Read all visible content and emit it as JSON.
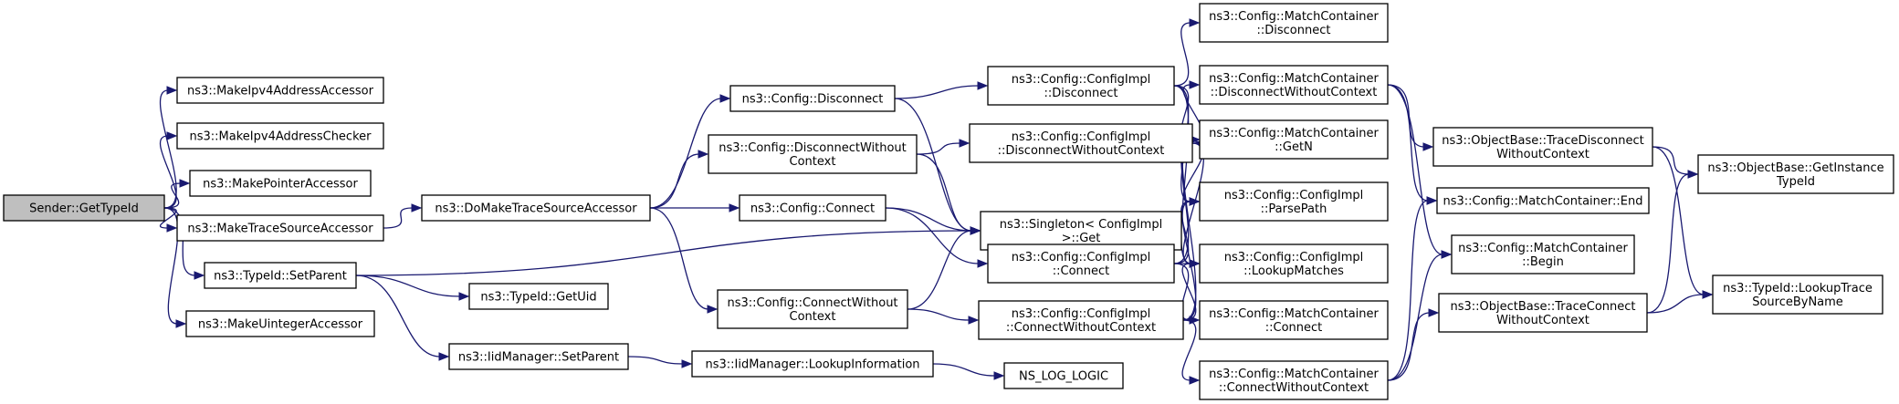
{
  "nodes": [
    {
      "id": "sender_gettypeid",
      "lines": [
        "Sender::GetTypeId"
      ],
      "root": true
    },
    {
      "id": "make_ipv4_address_accessor",
      "lines": [
        "ns3::MakeIpv4AddressAccessor"
      ]
    },
    {
      "id": "make_ipv4_address_checker",
      "lines": [
        "ns3::MakeIpv4AddressChecker"
      ]
    },
    {
      "id": "make_pointer_accessor",
      "lines": [
        "ns3::MakePointerAccessor"
      ]
    },
    {
      "id": "make_trace_source_accessor",
      "lines": [
        "ns3::MakeTraceSourceAccessor"
      ]
    },
    {
      "id": "typeid_setparent",
      "lines": [
        "ns3::TypeId::SetParent"
      ]
    },
    {
      "id": "make_uinteger_accessor",
      "lines": [
        "ns3::MakeUintegerAccessor"
      ]
    },
    {
      "id": "do_make_trace_source_accessor",
      "lines": [
        "ns3::DoMakeTraceSourceAccessor"
      ]
    },
    {
      "id": "typeid_getuid",
      "lines": [
        "ns3::TypeId::GetUid"
      ]
    },
    {
      "id": "iidmanager_setparent",
      "lines": [
        "ns3::IidManager::SetParent"
      ]
    },
    {
      "id": "config_disconnect",
      "lines": [
        "ns3::Config::Disconnect"
      ]
    },
    {
      "id": "config_disconnect_without_context",
      "lines": [
        "ns3::Config::DisconnectWithout",
        "Context"
      ]
    },
    {
      "id": "config_connect",
      "lines": [
        "ns3::Config::Connect"
      ]
    },
    {
      "id": "config_connect_without_context",
      "lines": [
        "ns3::Config::ConnectWithout",
        "Context"
      ]
    },
    {
      "id": "iidmanager_lookupinformation",
      "lines": [
        "ns3::IidManager::LookupInformation"
      ]
    },
    {
      "id": "configimpl_disconnect",
      "lines": [
        "ns3::Config::ConfigImpl",
        "::Disconnect"
      ]
    },
    {
      "id": "configimpl_disconnect_without_context",
      "lines": [
        "ns3::Config::ConfigImpl",
        "::DisconnectWithoutContext"
      ]
    },
    {
      "id": "singleton_get",
      "lines": [
        "ns3::Singleton< ConfigImpl",
        ">::Get"
      ]
    },
    {
      "id": "configimpl_connect",
      "lines": [
        "ns3::Config::ConfigImpl",
        "::Connect"
      ]
    },
    {
      "id": "configimpl_connect_without_context",
      "lines": [
        "ns3::Config::ConfigImpl",
        "::ConnectWithoutContext"
      ]
    },
    {
      "id": "ns_log_logic",
      "lines": [
        "NS_LOG_LOGIC"
      ]
    },
    {
      "id": "matchcontainer_disconnect",
      "lines": [
        "ns3::Config::MatchContainer",
        "::Disconnect"
      ]
    },
    {
      "id": "matchcontainer_disconnect_without_context",
      "lines": [
        "ns3::Config::MatchContainer",
        "::DisconnectWithoutContext"
      ]
    },
    {
      "id": "matchcontainer_getn",
      "lines": [
        "ns3::Config::MatchContainer",
        "::GetN"
      ]
    },
    {
      "id": "configimpl_parsepath",
      "lines": [
        "ns3::Config::ConfigImpl",
        "::ParsePath"
      ]
    },
    {
      "id": "configimpl_lookupmatches",
      "lines": [
        "ns3::Config::ConfigImpl",
        "::LookupMatches"
      ]
    },
    {
      "id": "matchcontainer_connect",
      "lines": [
        "ns3::Config::MatchContainer",
        "::Connect"
      ]
    },
    {
      "id": "matchcontainer_connect_without_context",
      "lines": [
        "ns3::Config::MatchContainer",
        "::ConnectWithoutContext"
      ]
    },
    {
      "id": "objectbase_trace_disconnect_without_context",
      "lines": [
        "ns3::ObjectBase::TraceDisconnect",
        "WithoutContext"
      ]
    },
    {
      "id": "matchcontainer_end",
      "lines": [
        "ns3::Config::MatchContainer::End"
      ]
    },
    {
      "id": "matchcontainer_begin",
      "lines": [
        "ns3::Config::MatchContainer",
        "::Begin"
      ]
    },
    {
      "id": "objectbase_trace_connect_without_context",
      "lines": [
        "ns3::ObjectBase::TraceConnect",
        "WithoutContext"
      ]
    },
    {
      "id": "objectbase_getinstancetypeid",
      "lines": [
        "ns3::ObjectBase::GetInstance",
        "TypeId"
      ]
    },
    {
      "id": "typeid_lookuptracesourcebyname",
      "lines": [
        "ns3::TypeId::LookupTrace",
        "SourceByName"
      ]
    }
  ],
  "edges": [
    [
      "sender_gettypeid",
      "make_ipv4_address_accessor"
    ],
    [
      "sender_gettypeid",
      "make_ipv4_address_checker"
    ],
    [
      "sender_gettypeid",
      "make_pointer_accessor"
    ],
    [
      "sender_gettypeid",
      "make_trace_source_accessor"
    ],
    [
      "sender_gettypeid",
      "typeid_setparent"
    ],
    [
      "sender_gettypeid",
      "make_uinteger_accessor"
    ],
    [
      "make_trace_source_accessor",
      "do_make_trace_source_accessor"
    ],
    [
      "typeid_setparent",
      "typeid_getuid"
    ],
    [
      "typeid_setparent",
      "iidmanager_setparent"
    ],
    [
      "typeid_setparent",
      "singleton_get"
    ],
    [
      "do_make_trace_source_accessor",
      "config_disconnect"
    ],
    [
      "do_make_trace_source_accessor",
      "config_disconnect_without_context"
    ],
    [
      "do_make_trace_source_accessor",
      "config_connect"
    ],
    [
      "do_make_trace_source_accessor",
      "config_connect_without_context"
    ],
    [
      "iidmanager_setparent",
      "iidmanager_lookupinformation"
    ],
    [
      "iidmanager_lookupinformation",
      "ns_log_logic"
    ],
    [
      "config_disconnect",
      "configimpl_disconnect"
    ],
    [
      "config_disconnect",
      "singleton_get"
    ],
    [
      "config_disconnect_without_context",
      "configimpl_disconnect_without_context"
    ],
    [
      "config_disconnect_without_context",
      "singleton_get"
    ],
    [
      "config_connect",
      "singleton_get"
    ],
    [
      "config_connect",
      "configimpl_connect"
    ],
    [
      "config_connect_without_context",
      "singleton_get"
    ],
    [
      "config_connect_without_context",
      "configimpl_connect_without_context"
    ],
    [
      "configimpl_disconnect",
      "matchcontainer_disconnect"
    ],
    [
      "configimpl_disconnect",
      "matchcontainer_getn"
    ],
    [
      "configimpl_disconnect",
      "configimpl_parsepath"
    ],
    [
      "configimpl_disconnect",
      "configimpl_lookupmatches"
    ],
    [
      "configimpl_disconnect_without_context",
      "matchcontainer_disconnect_without_context"
    ],
    [
      "configimpl_disconnect_without_context",
      "matchcontainer_getn"
    ],
    [
      "configimpl_disconnect_without_context",
      "configimpl_parsepath"
    ],
    [
      "configimpl_disconnect_without_context",
      "configimpl_lookupmatches"
    ],
    [
      "configimpl_connect",
      "matchcontainer_getn"
    ],
    [
      "configimpl_connect",
      "configimpl_parsepath"
    ],
    [
      "configimpl_connect",
      "configimpl_lookupmatches"
    ],
    [
      "configimpl_connect",
      "matchcontainer_connect"
    ],
    [
      "configimpl_connect_without_context",
      "matchcontainer_getn"
    ],
    [
      "configimpl_connect_without_context",
      "configimpl_parsepath"
    ],
    [
      "configimpl_connect_without_context",
      "configimpl_lookupmatches"
    ],
    [
      "configimpl_connect_without_context",
      "matchcontainer_connect_without_context"
    ],
    [
      "matchcontainer_disconnect_without_context",
      "objectbase_trace_disconnect_without_context"
    ],
    [
      "matchcontainer_disconnect_without_context",
      "matchcontainer_end"
    ],
    [
      "matchcontainer_disconnect_without_context",
      "matchcontainer_begin"
    ],
    [
      "matchcontainer_connect_without_context",
      "matchcontainer_end"
    ],
    [
      "matchcontainer_connect_without_context",
      "matchcontainer_begin"
    ],
    [
      "matchcontainer_connect_without_context",
      "objectbase_trace_connect_without_context"
    ],
    [
      "objectbase_trace_disconnect_without_context",
      "objectbase_getinstancetypeid"
    ],
    [
      "objectbase_trace_disconnect_without_context",
      "typeid_lookuptracesourcebyname"
    ],
    [
      "objectbase_trace_connect_without_context",
      "objectbase_getinstancetypeid"
    ],
    [
      "objectbase_trace_connect_without_context",
      "typeid_lookuptracesourcebyname"
    ]
  ]
}
